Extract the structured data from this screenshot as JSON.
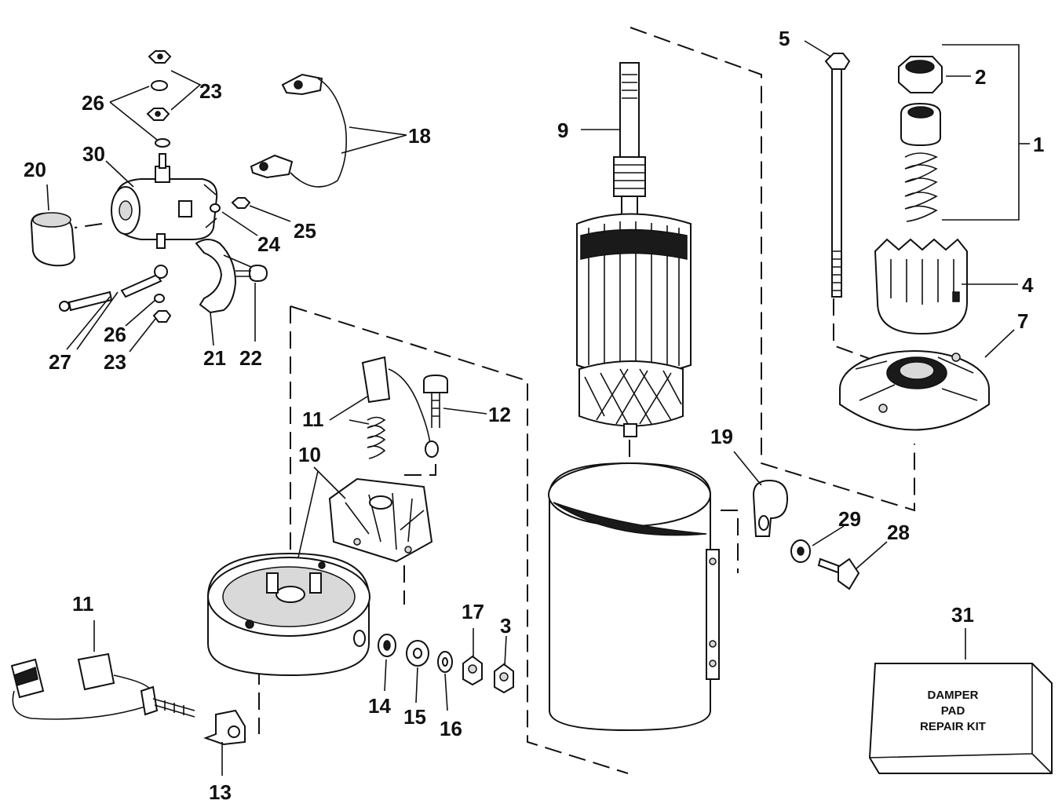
{
  "callouts": {
    "c1": "1",
    "c2": "2",
    "c3": "3",
    "c4": "4",
    "c5": "5",
    "c7": "7",
    "c9": "9",
    "c10": "10",
    "c11a": "11",
    "c11b": "11",
    "c12": "12",
    "c13": "13",
    "c14": "14",
    "c15": "15",
    "c16": "16",
    "c17": "17",
    "c18": "18",
    "c19": "19",
    "c20": "20",
    "c21": "21",
    "c22": "22",
    "c23a": "23",
    "c23b": "23",
    "c24": "24",
    "c25": "25",
    "c26a": "26",
    "c26b": "26",
    "c27": "27",
    "c28": "28",
    "c29": "29",
    "c30": "30",
    "c31": "31"
  },
  "kit_box": {
    "line1": "DAMPER",
    "line2": "PAD",
    "line3": "REPAIR KIT"
  }
}
